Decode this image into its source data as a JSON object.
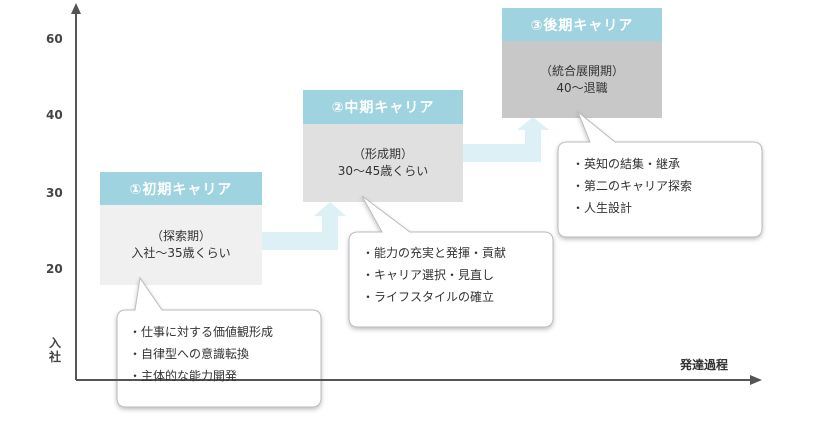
{
  "y_axis": {
    "ticks": [
      "60",
      "40",
      "30",
      "20"
    ],
    "start_label": "入\n社"
  },
  "x_axis": {
    "label": "発達過程"
  },
  "colors": {
    "title_band": "#9ed3df",
    "arrow": "#dcf0f5",
    "early_body": "#f0f0f0",
    "mid_body": "#e0e0e0",
    "late_body": "#c8c8c8",
    "axis": "#555555"
  },
  "stages": {
    "early": {
      "title": "①初期キャリア",
      "period": "（探索期）",
      "age": "入社～35歳くらい",
      "tasks": [
        "仕事に対する価値観形成",
        "自律型への意識転換",
        "主体的な能力開発"
      ]
    },
    "mid": {
      "title": "②中期キャリア",
      "period": "（形成期）",
      "age": "30～45歳くらい",
      "tasks": [
        "能力の充実と発揮・貢献",
        "キャリア選択・見直し",
        "ライフスタイルの確立"
      ]
    },
    "late": {
      "title": "③後期キャリア",
      "period": "（統合展開期）",
      "age": "40～退職",
      "tasks": [
        "英知の結集・継承",
        "第二のキャリア探索",
        "人生設計"
      ]
    }
  }
}
